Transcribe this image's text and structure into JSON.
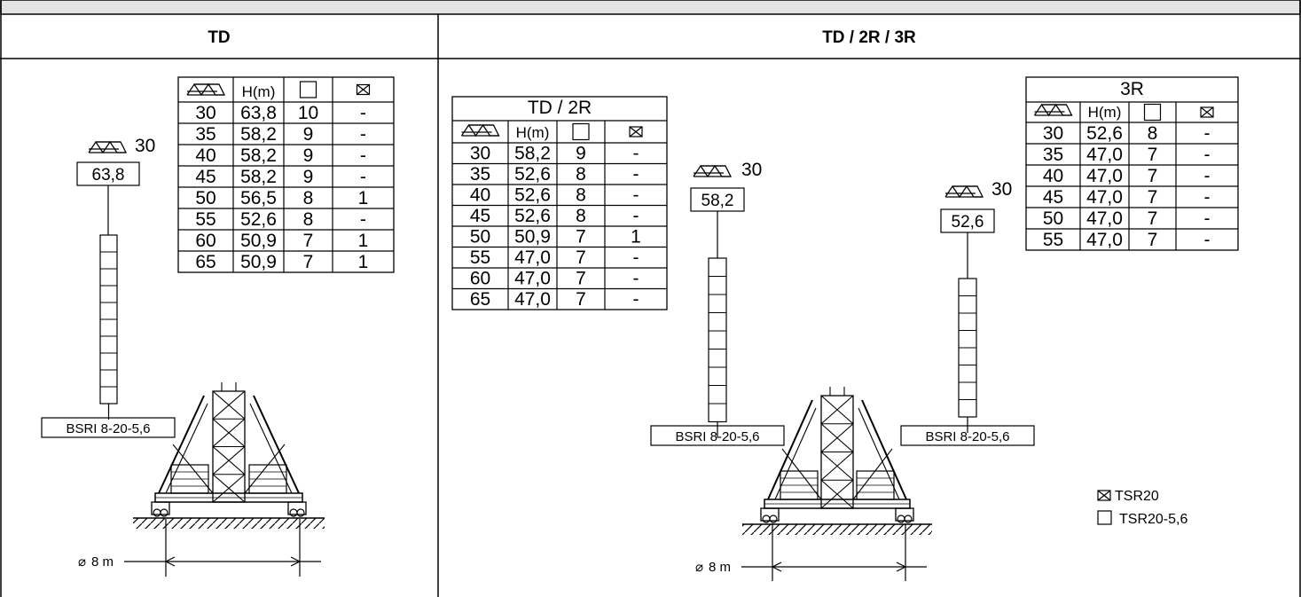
{
  "headers": {
    "left": "TD",
    "right": "TD / 2R / 3R"
  },
  "icons": {
    "jib": "jib-truss-icon",
    "tsr20": "crossed-box-icon",
    "tsr20_56": "empty-box-icon"
  },
  "table_td": {
    "columns": [
      "jib",
      "H(m)",
      "section",
      "TSR20"
    ],
    "rows": [
      [
        "30",
        "63,8",
        "10",
        "-"
      ],
      [
        "35",
        "58,2",
        "9",
        "-"
      ],
      [
        "40",
        "58,2",
        "9",
        "-"
      ],
      [
        "45",
        "58,2",
        "9",
        "-"
      ],
      [
        "50",
        "56,5",
        "8",
        "1"
      ],
      [
        "55",
        "52,6",
        "8",
        "-"
      ],
      [
        "60",
        "50,9",
        "7",
        "1"
      ],
      [
        "65",
        "50,9",
        "7",
        "1"
      ]
    ]
  },
  "table_td2r": {
    "title": "TD / 2R",
    "columns": [
      "jib",
      "H(m)",
      "section",
      "TSR20"
    ],
    "rows": [
      [
        "30",
        "58,2",
        "9",
        "-"
      ],
      [
        "35",
        "52,6",
        "8",
        "-"
      ],
      [
        "40",
        "52,6",
        "8",
        "-"
      ],
      [
        "45",
        "52,6",
        "8",
        "-"
      ],
      [
        "50",
        "50,9",
        "7",
        "1"
      ],
      [
        "55",
        "47,0",
        "7",
        "-"
      ],
      [
        "60",
        "47,0",
        "7",
        "-"
      ],
      [
        "65",
        "47,0",
        "7",
        "-"
      ]
    ]
  },
  "table_3r": {
    "title": "3R",
    "columns": [
      "jib",
      "H(m)",
      "section",
      "TSR20"
    ],
    "rows": [
      [
        "30",
        "52,6",
        "8",
        "-"
      ],
      [
        "35",
        "47,0",
        "7",
        "-"
      ],
      [
        "40",
        "47,0",
        "7",
        "-"
      ],
      [
        "45",
        "47,0",
        "7",
        "-"
      ],
      [
        "50",
        "47,0",
        "7",
        "-"
      ],
      [
        "55",
        "47,0",
        "7",
        "-"
      ]
    ]
  },
  "masts": {
    "td": {
      "jib": "30",
      "height": "63,8",
      "base": "BSRI 8-20-5,6",
      "sections": 10
    },
    "td2r": {
      "jib": "30",
      "height": "58,2",
      "base": "BSRI 8-20-5,6",
      "sections": 9
    },
    "r3": {
      "jib": "30",
      "height": "52,6",
      "base": "BSRI 8-20-5,6",
      "sections": 8
    }
  },
  "dimension": {
    "left": "8 m",
    "right": "8 m"
  },
  "legend": {
    "tsr20": "TSR20",
    "tsr20_56": "TSR20-5,6"
  },
  "h_label": "H(m)"
}
